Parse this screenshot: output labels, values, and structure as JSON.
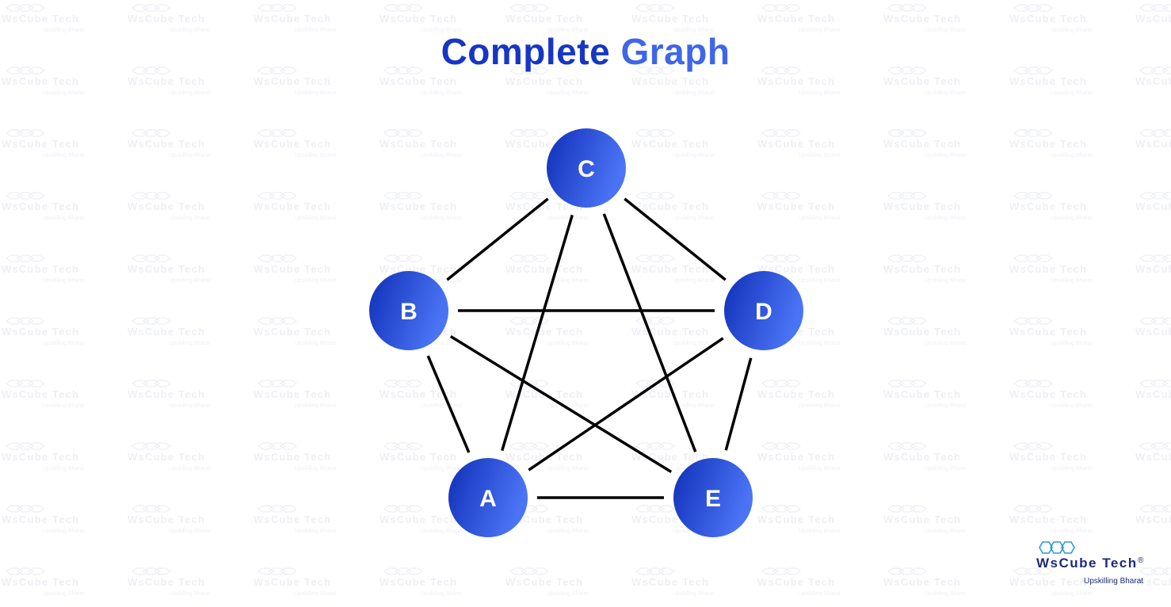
{
  "title": {
    "word1": "Complete",
    "word2": "Graph"
  },
  "colors": {
    "title_dark": "#1736c4",
    "title_light": "#3e66e8",
    "node_gradient_start": "#0f2fb8",
    "node_gradient_end": "#4b74f5",
    "edge": "#000000",
    "brand": "#1e2a78",
    "brand_hex": "#2c9ad6"
  },
  "graph": {
    "nodes": [
      {
        "id": "C",
        "label": "C"
      },
      {
        "id": "B",
        "label": "B"
      },
      {
        "id": "D",
        "label": "D"
      },
      {
        "id": "A",
        "label": "A"
      },
      {
        "id": "E",
        "label": "E"
      }
    ],
    "edges": [
      [
        "C",
        "B"
      ],
      [
        "C",
        "D"
      ],
      [
        "C",
        "A"
      ],
      [
        "C",
        "E"
      ],
      [
        "B",
        "D"
      ],
      [
        "B",
        "A"
      ],
      [
        "B",
        "E"
      ],
      [
        "D",
        "A"
      ],
      [
        "D",
        "E"
      ],
      [
        "A",
        "E"
      ]
    ]
  },
  "brand": {
    "name": "WsCube Tech",
    "registered_mark": "®",
    "tagline": "Upskilling Bharat",
    "logo_icon": "hexagon-cluster-icon"
  },
  "watermark": {
    "text": "WsCube Tech",
    "tagline": "Upskilling Bharat"
  }
}
